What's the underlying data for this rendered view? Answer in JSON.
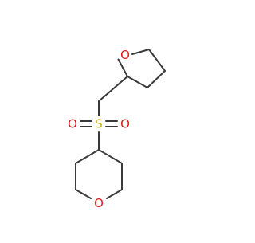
{
  "molecule": {
    "atoms": {
      "o_thf": {
        "label": "O",
        "color": "#e0191a"
      },
      "s": {
        "label": "S",
        "color": "#c8b400"
      },
      "o_sulfonyl_left": {
        "label": "O",
        "color": "#e0191a"
      },
      "o_sulfonyl_right": {
        "label": "O",
        "color": "#e0191a"
      },
      "o_thp": {
        "label": "O",
        "color": "#e0191a"
      }
    },
    "bond_color": "#3a3a3a"
  }
}
